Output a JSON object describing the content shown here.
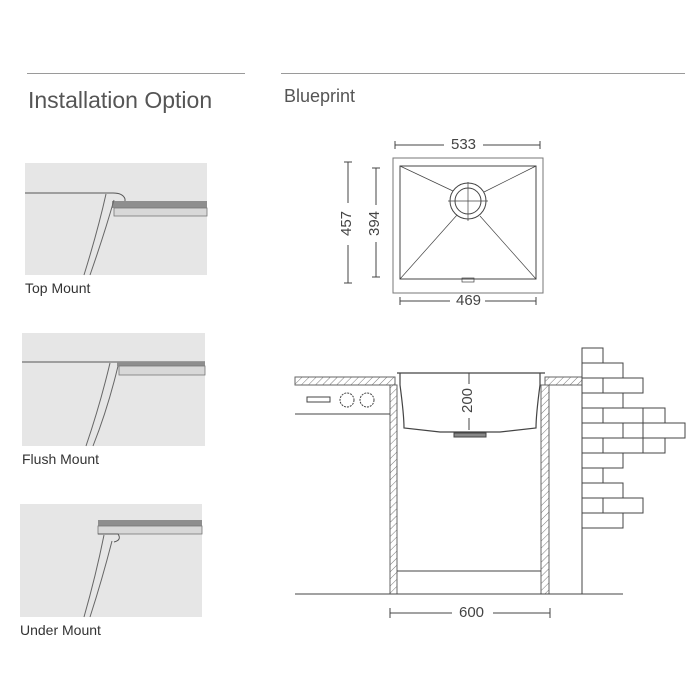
{
  "left_panel": {
    "title": "Installation Option",
    "options": [
      {
        "label": "Top Mount"
      },
      {
        "label": "Flush Mount"
      },
      {
        "label": "Under Mount"
      }
    ]
  },
  "right_panel": {
    "title": "Blueprint",
    "top_view": {
      "width_outer": "533",
      "width_inner": "469",
      "depth_outer": "457",
      "depth_inner": "394"
    },
    "side_view": {
      "bowl_depth": "200",
      "cabinet_width": "600"
    }
  },
  "colors": {
    "panel_bg": "#e6e6e6",
    "line": "#444444",
    "ledge": "#9e9e9e"
  }
}
